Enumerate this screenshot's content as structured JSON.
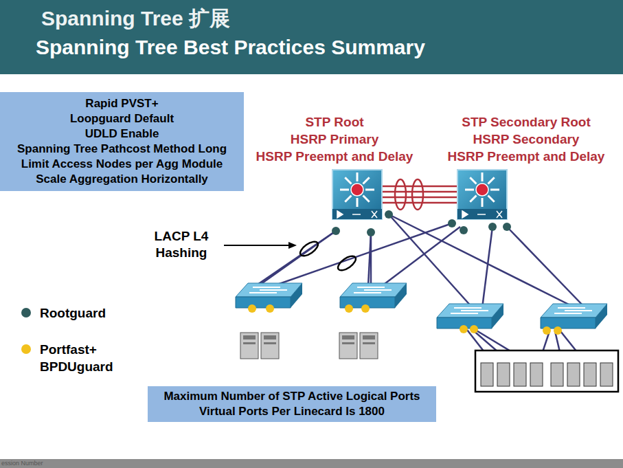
{
  "diagram": {
    "title": "Spanning Tree 扩展",
    "nodes": [
      {
        "text": [
          "Rapid PVST+",
          "Loopguard Default",
          "UDLD Enable",
          "Spanning Tree Pathcost Method Long",
          "Limit Access Nodes per Agg Module",
          "Scale Aggregation Horizontally"
        ]
      },
      {
        "text": [
          "STP Root",
          "HSRP Primary",
          "HSRP Preempt and Delay"
        ]
      },
      {
        "text": [
          "STP Secondary Root",
          "HSRP Secondary",
          "HSRP Preempt and Delay"
        ]
      },
      {
        "text": [
          "Maximum Number of STP Active Logical Ports Virtual Ports Per Linecard Is 1800"
        ]
      }
    ],
    "edges": [
      {
        "from": 1,
        "to": 2,
        "arrow": "none"
      }
    ],
    "labels": [
      "Spanning Tree Best Practices Summary",
      "LACP L4 Hashing",
      "ession Number"
    ],
    "legend": [
      {
        "text": "Rootguard",
        "color": "#2f5b5c"
      },
      {
        "text": "Portfast+ BPDUguard",
        "color": "#f2c11d"
      }
    ]
  }
}
